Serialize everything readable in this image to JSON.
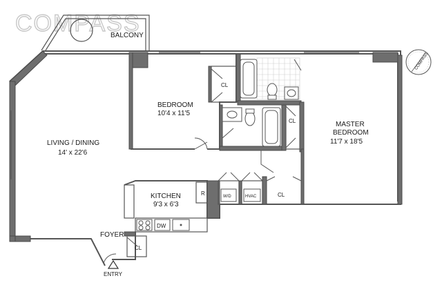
{
  "brand": {
    "logo_text": "COMPASS"
  },
  "rooms": {
    "balcony": {
      "name": "BALCONY"
    },
    "living": {
      "name": "LIVING / DINING",
      "dims": "14' x 22'6"
    },
    "bedroom": {
      "name": "BEDROOM",
      "dims": "10'4 x 11'5"
    },
    "master": {
      "name": "MASTER",
      "name2": "BEDROOM",
      "dims": "11'7 x 18'5"
    },
    "kitchen": {
      "name": "KITCHEN",
      "dims": "9'3 x 6'3"
    },
    "foyer": {
      "name": "FOYER"
    },
    "entry": {
      "name": "ENTRY"
    }
  },
  "closets": {
    "cl1": "CL",
    "cl2": "CL",
    "cl3": "CL",
    "cl4": "CL"
  },
  "fixtures": {
    "refrigerator": "R",
    "washer_dryer": "W/D",
    "hvac": "HVAC",
    "dishwasher": "DW"
  },
  "compass": {
    "label": "COMPASS"
  }
}
